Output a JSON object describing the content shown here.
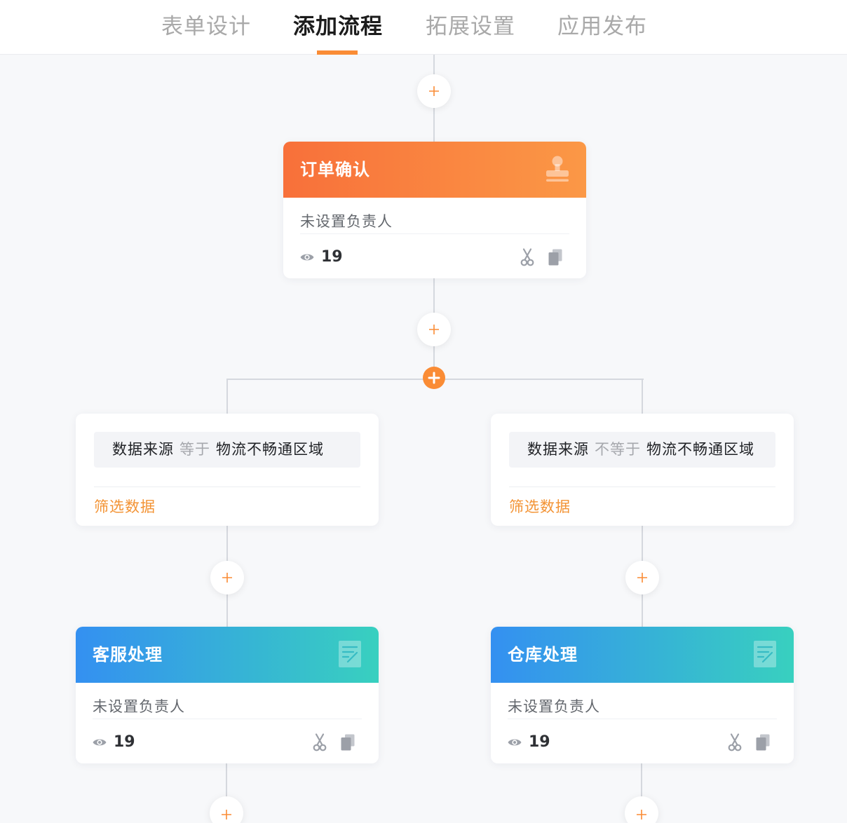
{
  "tabs": [
    {
      "label": "表单设计",
      "active": false
    },
    {
      "label": "添加流程",
      "active": true
    },
    {
      "label": "拓展设置",
      "active": false
    },
    {
      "label": "应用发布",
      "active": false
    }
  ],
  "colors": {
    "background": "#f7f8fa",
    "accent": "#fa8c35",
    "link_orange": "#f39334",
    "approval_header_start": "#f8703a",
    "approval_header_end": "#fb9846",
    "handle_header_start": "#3490f1",
    "handle_header_end": "#38d0bf",
    "connector": "#d5d8de",
    "icon_gray": "#9ca0a8",
    "tab_inactive": "#a9a9a9",
    "tab_active": "#1c1c1c",
    "operator_gray": "#a6a8ad"
  },
  "icons": {
    "add_step": "plus-icon",
    "add_branch": "plus-circle-icon",
    "approval_node": "stamp-icon",
    "handle_node": "form-edit-icon",
    "views": "eye-icon",
    "cut": "scissors-icon",
    "copy": "copy-icon"
  },
  "flow": {
    "root_node": {
      "title": "订单确认",
      "assignee": "未设置负责人",
      "view_count": 19
    },
    "branches": [
      {
        "condition": {
          "field": "数据来源",
          "operator": "等于",
          "value": "物流不畅通区域"
        },
        "filter_link": "筛选数据",
        "node": {
          "title": "客服处理",
          "assignee": "未设置负责人",
          "view_count": 19
        }
      },
      {
        "condition": {
          "field": "数据来源",
          "operator": "不等于",
          "value": "物流不畅通区域"
        },
        "filter_link": "筛选数据",
        "node": {
          "title": "仓库处理",
          "assignee": "未设置负责人",
          "view_count": 19
        }
      }
    ]
  }
}
